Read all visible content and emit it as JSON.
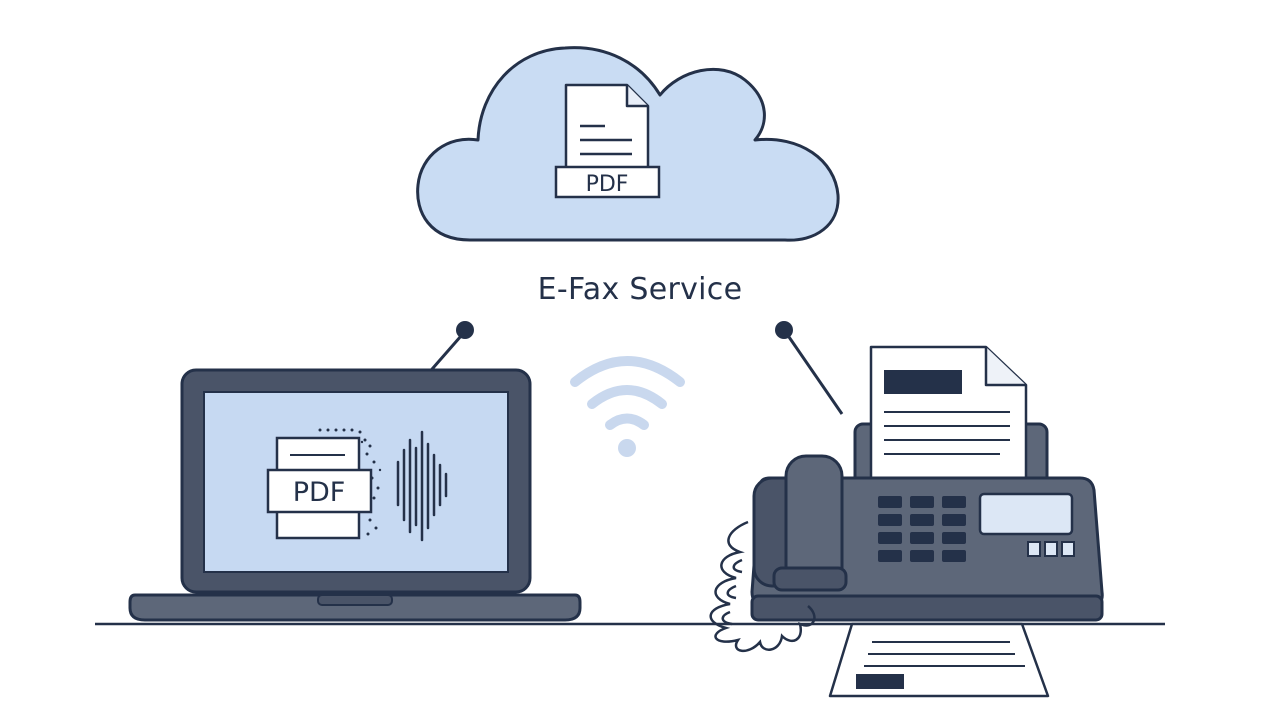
{
  "title": "E-Fax Service",
  "cloud": {
    "document_label": "PDF"
  },
  "laptop": {
    "document_label": "PDF"
  },
  "colors": {
    "outline": "#243149",
    "cloud_fill": "#c9dcf3",
    "screen_fill": "#c6d9f2",
    "device_dark": "#4a5468",
    "device_mid": "#5d6779",
    "wifi": "#c9d8ee",
    "accent_block": "#243149"
  },
  "icons": [
    "cloud-icon",
    "pdf-document-icon",
    "laptop-icon",
    "sound-wave-icon",
    "wifi-icon",
    "fax-machine-icon",
    "telephone-handset-icon",
    "paper-document-icon"
  ]
}
